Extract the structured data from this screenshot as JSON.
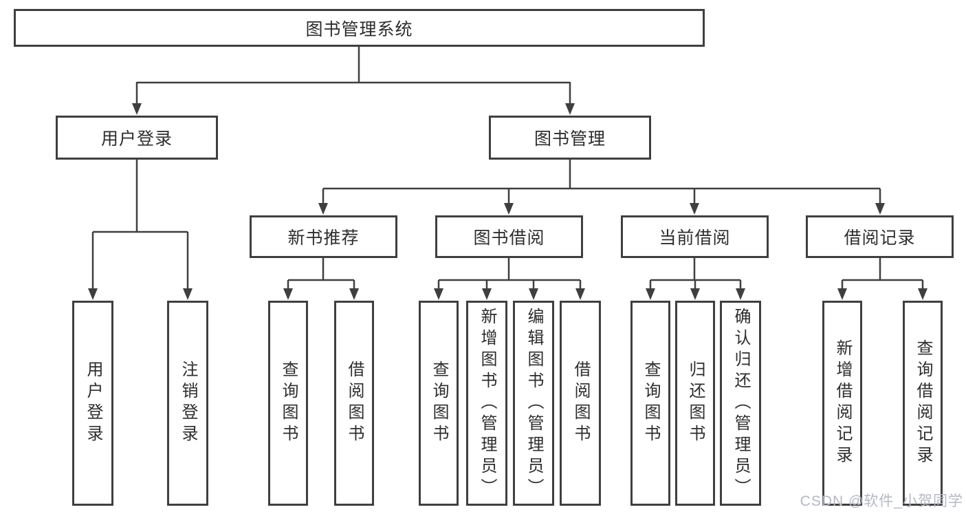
{
  "diagram": {
    "tree": {
      "label": "图书管理系统",
      "children": [
        {
          "label": "用户登录",
          "children": [
            {
              "label": "用户登录"
            },
            {
              "label": "注销登录"
            }
          ]
        },
        {
          "label": "图书管理",
          "children": [
            {
              "label": "新书推荐",
              "children": [
                {
                  "label": "查询图书"
                },
                {
                  "label": "借阅图书"
                }
              ]
            },
            {
              "label": "图书借阅",
              "children": [
                {
                  "label": "查询图书"
                },
                {
                  "label": "新增图书（管理员）"
                },
                {
                  "label": "编辑图书（管理员）"
                },
                {
                  "label": "借阅图书"
                }
              ]
            },
            {
              "label": "当前借阅",
              "children": [
                {
                  "label": "查询图书"
                },
                {
                  "label": "归还图书"
                },
                {
                  "label": "确认归还（管理员）"
                }
              ]
            },
            {
              "label": "借阅记录",
              "children": [
                {
                  "label": "新增借阅记录"
                },
                {
                  "label": "查询借阅记录"
                }
              ]
            }
          ]
        }
      ]
    },
    "colors": {
      "border": "#3f3f3f",
      "line": "#3f3f3f",
      "text": "#2d2d2d",
      "background": "#ffffff",
      "watermark": "#b6b8c3"
    }
  },
  "watermark": {
    "text": "CSDN @软件_小贺同学"
  }
}
